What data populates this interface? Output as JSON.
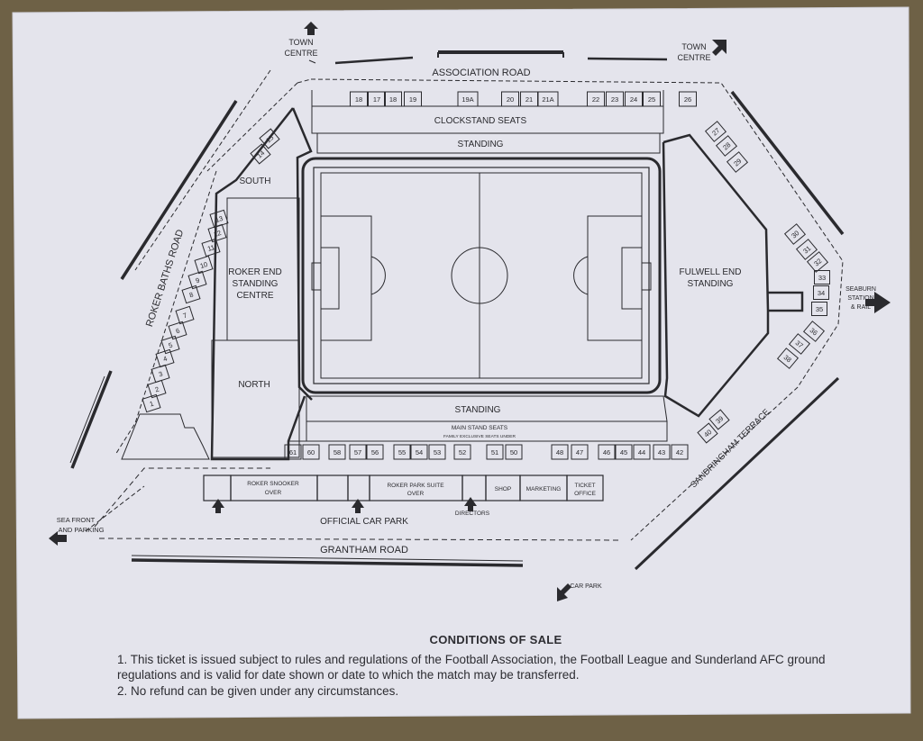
{
  "roads": {
    "association_road": "ASSOCIATION ROAD",
    "roker_baths_road": "ROKER BATHS ROAD",
    "grantham_road": "GRANTHAM ROAD",
    "sandringham_terrace": "SANDRINGHAM TERRACE"
  },
  "directions": {
    "town_centre_left": [
      "TOWN",
      "CENTRE"
    ],
    "town_centre_right": [
      "TOWN",
      "CENTRE"
    ],
    "seaburn": [
      "SEABURN",
      "STATION",
      "& RAIL"
    ],
    "sea_front": [
      "SEA FRONT",
      "AND PARKING"
    ],
    "car_park": "CAR PARK"
  },
  "areas": {
    "clockstand_seats": "CLOCKSTAND SEATS",
    "standing_top": "STANDING",
    "standing_bottom": "STANDING",
    "south": "SOUTH",
    "north": "NORTH",
    "roker_end": [
      "ROKER END",
      "STANDING",
      "CENTRE"
    ],
    "fulwell_end": [
      "FULWELL END",
      "STANDING"
    ],
    "main_stand": "MAIN STAND SEATS",
    "family_note": "FAMILY EXCLUSIVE SEATS UNDER",
    "official_car_park": "OFFICIAL CAR PARK"
  },
  "buildings": {
    "roker_snooker": [
      "ROKER SNOOKER",
      "OVER"
    ],
    "roker_park_suite": [
      "ROKER PARK SUITE",
      "OVER"
    ],
    "shop": "SHOP",
    "marketing": "MARKETING",
    "ticket_office": [
      "TICKET",
      "OFFICE"
    ],
    "directors": "DIRECTORS"
  },
  "gates": {
    "top": [
      "18",
      "17",
      "18",
      "19",
      "19A",
      "20",
      "21",
      "21A",
      "22",
      "23",
      "24",
      "25",
      "26"
    ],
    "bottom": [
      "61",
      "60",
      "58",
      "57",
      "56",
      "55",
      "54",
      "53",
      "52",
      "51",
      "50",
      "48",
      "47",
      "46",
      "45",
      "44",
      "43",
      "42"
    ],
    "left": [
      "13",
      "12",
      "11",
      "10",
      "9",
      "8",
      "7",
      "6",
      "5",
      "4",
      "3",
      "2",
      "1"
    ],
    "south_diag": [
      "15",
      "14"
    ],
    "top_right": [
      "27",
      "28",
      "29"
    ],
    "right": [
      "30",
      "31",
      "32",
      "33",
      "34",
      "35",
      "36",
      "37",
      "38"
    ],
    "bottom_right": [
      "39",
      "40"
    ]
  },
  "conditions": {
    "title": "CONDITIONS OF SALE",
    "item1": "1.   This ticket is issued subject to rules and regulations of the Football Association, the Football League and Sunderland AFC ground regulations and is valid for date shown or date to which the match may be transferred.",
    "item2": "2.   No refund can be given under any circumstances."
  }
}
